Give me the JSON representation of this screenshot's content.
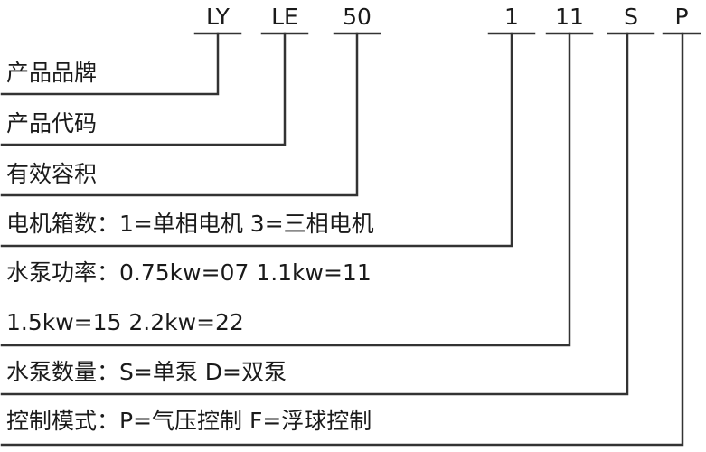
{
  "codes": {
    "brand": "LY",
    "product": "LE",
    "volume": "50",
    "motor": "1",
    "pump_power": "11",
    "pump_qty": "S",
    "control": "P"
  },
  "rows": {
    "brand": "产品品牌",
    "product": "产品代码",
    "volume": "有效容积",
    "motor": "电机箱数：1=单相电机  3=三相电机",
    "power_1": "水泵功率：0.75kw=07  1.1kw=11",
    "power_2": "1.5kw=15  2.2kw=22",
    "qty": "水泵数量：S=单泵  D=双泵",
    "control": "控制模式：P=气压控制  F=浮球控制"
  }
}
